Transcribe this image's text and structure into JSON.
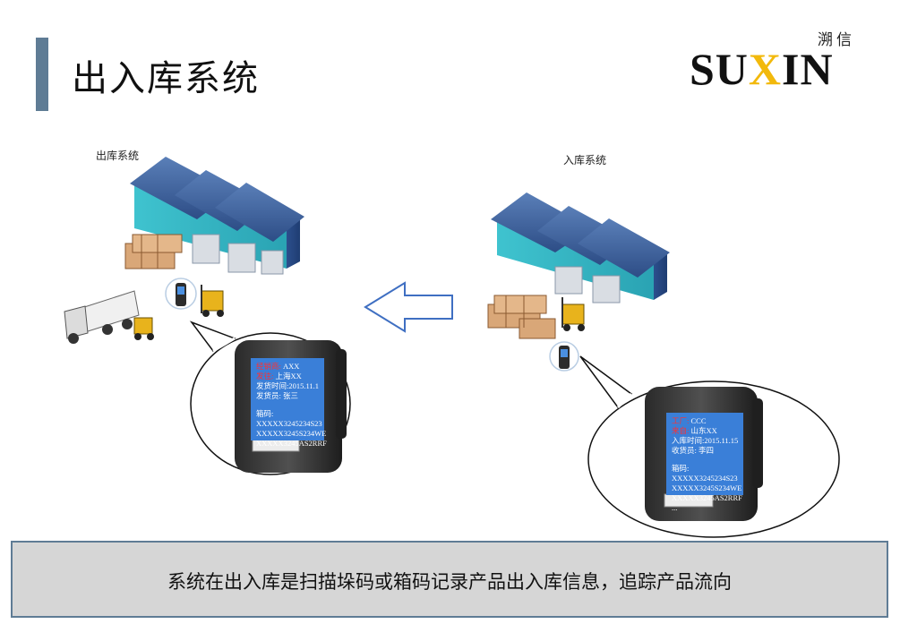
{
  "header": {
    "title": "出入库系统",
    "logo_cn": "溯信",
    "logo_en_pre": "SU",
    "logo_en_x": "X",
    "logo_en_post": "IN",
    "accent_color": "#5f7c95",
    "logo_x_color": "#f2b90c"
  },
  "outbound": {
    "label": "出库系统",
    "screen": {
      "rows": [
        {
          "k": "经销商:",
          "v": "AXX"
        },
        {
          "k": "发往:",
          "v": "上海XX"
        },
        {
          "k": "发货时间:",
          "v": "2015.11.1"
        },
        {
          "k": "发货员:",
          "v": "张三"
        }
      ],
      "codes_label": "箱码:",
      "codes": [
        "XXXXX3245234S23",
        "XXXXX3245S234WE",
        "XXXXX3245AS2RRF"
      ]
    }
  },
  "inbound": {
    "label": "入库系统",
    "screen": {
      "rows": [
        {
          "k": "工厂:",
          "v": "CCC"
        },
        {
          "k": "来自:",
          "v": "山东XX"
        },
        {
          "k": "入库时间:",
          "v": "2015.11.15"
        },
        {
          "k": "收货员:",
          "v": "李四"
        }
      ],
      "codes_label": "箱码:",
      "codes": [
        "XXXXX3245234S23",
        "XXXXX3245S234WE",
        "XXXXX3245AS2RRF",
        "..."
      ]
    }
  },
  "icons": {
    "flow_arrow": "arrow-left-icon",
    "warehouse": "warehouse-icon",
    "truck": "truck-icon",
    "forklift": "forklift-icon",
    "scanner": "handheld-scanner-icon",
    "pallet": "pallet-icon"
  },
  "footer": {
    "text": "系统在出入库是扫描垛码或箱码记录产品出入库信息，追踪产品流向"
  }
}
